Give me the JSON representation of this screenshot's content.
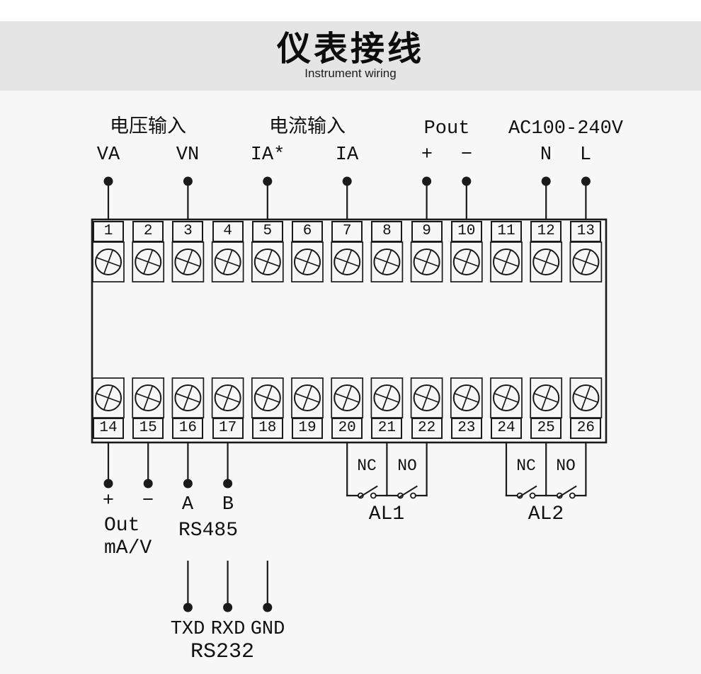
{
  "header": {
    "title": "仪表接线",
    "subtitle": "Instrument wiring"
  },
  "groups": {
    "voltage": {
      "label": "电压输入",
      "pins": [
        "VA",
        "VN"
      ]
    },
    "current": {
      "label": "电流输入",
      "pins": [
        "IA*",
        "IA"
      ]
    },
    "pout": {
      "label": "Pout",
      "pins": [
        "+",
        "−"
      ]
    },
    "power": {
      "label": "AC100-240V",
      "pins": [
        "N",
        "L"
      ]
    }
  },
  "terminals_top": [
    "1",
    "2",
    "3",
    "4",
    "5",
    "6",
    "7",
    "8",
    "9",
    "10",
    "11",
    "12",
    "13"
  ],
  "terminals_bottom": [
    "14",
    "15",
    "16",
    "17",
    "18",
    "19",
    "20",
    "21",
    "22",
    "23",
    "24",
    "25",
    "26"
  ],
  "bottom": {
    "out": {
      "pins": [
        "+",
        "−"
      ],
      "line1": "Out",
      "line2": "mA/V"
    },
    "rs485": {
      "pins": [
        "A",
        "B"
      ],
      "label": "RS485"
    },
    "al1": {
      "nc": "NC",
      "no": "NO",
      "label": "AL1"
    },
    "al2": {
      "nc": "NC",
      "no": "NO",
      "label": "AL2"
    },
    "rs232": {
      "pins": [
        "TXD",
        "RXD",
        "GND"
      ],
      "label": "RS232"
    }
  },
  "colors": {
    "line": "#1a1a1a",
    "band": "#e5e5e5",
    "page_bottom": "#f7f7f7"
  }
}
